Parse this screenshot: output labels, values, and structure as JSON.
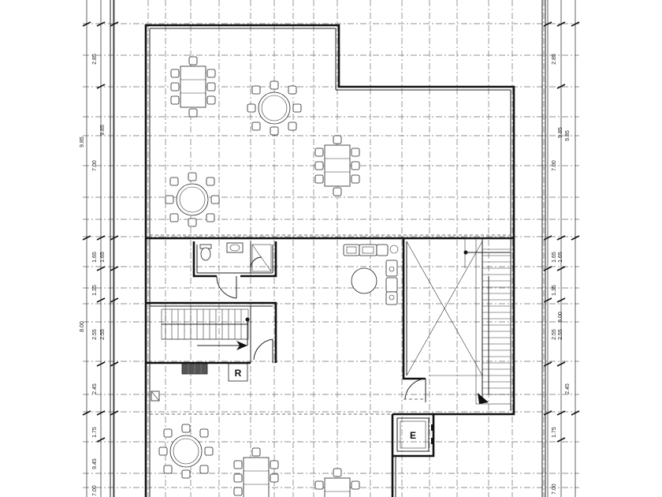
{
  "dimensions": {
    "left_outer": [
      "2.85",
      "9.85",
      "7.00",
      "1.65",
      "1.35",
      "2.55",
      "8.00",
      "2.45",
      "1.75",
      "9.45",
      "7.00"
    ],
    "left_inner": [
      "9.85",
      "1.65",
      "2.55"
    ],
    "right_outer": [
      "2.85",
      "9.85",
      "7.00",
      "1.65",
      "1.35",
      "2.55",
      "8.00",
      "2.45",
      "1.75",
      "7.00"
    ],
    "right_inner": [
      "9.85",
      "1.65",
      "2.55"
    ]
  },
  "rooms": {
    "refrigerator_label": "R",
    "elevator_label": "E"
  }
}
